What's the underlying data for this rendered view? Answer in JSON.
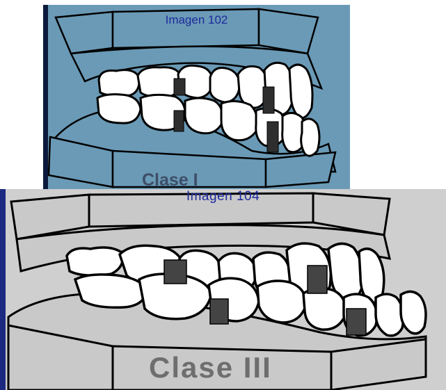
{
  "figures": [
    {
      "caption": "Imagen 102",
      "class_label": "Clase I",
      "colors": {
        "background": "#6a9ab6",
        "border": "#0b1a3c",
        "tooth_fill": "#ffffff",
        "gum_fill": "#6a9ab6",
        "marker": "#2e2e2e",
        "caption_text": "#1e2a9c",
        "label_text": "#3d4e68"
      }
    },
    {
      "caption": "Imagen 104",
      "class_label": "Clase III",
      "colors": {
        "background": "#cfcfcf",
        "border": "#1b2a80",
        "tooth_fill": "#ffffff",
        "gum_fill": "#c9c9c9",
        "marker": "#444444",
        "caption_text": "#1e2a9c",
        "label_text": "#6e6e6e"
      }
    }
  ]
}
